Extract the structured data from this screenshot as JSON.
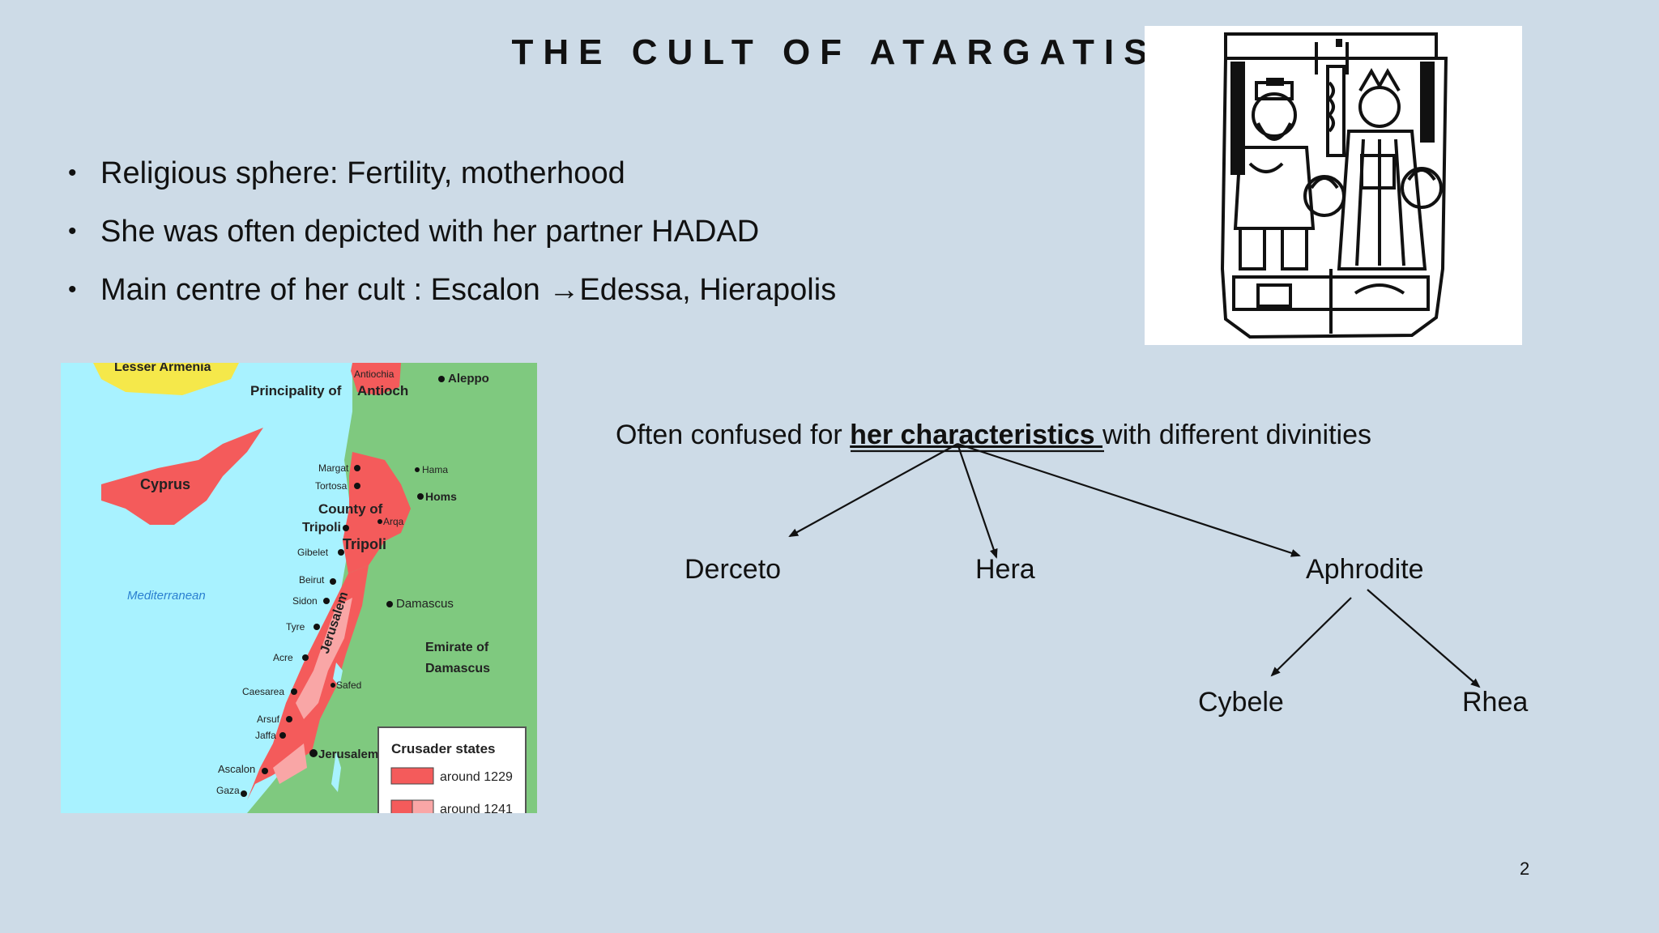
{
  "slide": {
    "title": "THE CULT OF ATARGATIS",
    "bullets": [
      "Religious sphere: Fertility, motherhood",
      "She was often depicted with her partner HADAD",
      "Main centre of her cult : Escalon →Edessa, Hierapolis"
    ],
    "bullet_symbol": "•",
    "diagram": {
      "intro_before": "Often confused for ",
      "intro_emphasis": "her characteristics ",
      "intro_after": "with different divinities",
      "nodes": {
        "derceto": "Derceto",
        "hera": "Hera",
        "aphrodite": "Aphrodite",
        "cybele": "Cybele",
        "rhea": "Rhea"
      }
    },
    "page_number": "2"
  },
  "map": {
    "labels": {
      "lesser_armenia": "Lesser Armenia",
      "principality": "Principality of",
      "antioch": "Antioch",
      "antiochia": "Antiochia",
      "aleppo": "Aleppo",
      "cyprus": "Cyprus",
      "margat": "Margat",
      "tortosa": "Tortosa",
      "hama": "Hama",
      "homs": "Homs",
      "county_of": "County of",
      "tripoli_a": "Tripoli",
      "tripoli_b": "Tripoli",
      "arqa": "Arqa",
      "gibelet": "Gibelet",
      "beirut": "Beirut",
      "sidon": "Sidon",
      "damascus": "Damascus",
      "mediterranean": "Mediterranean",
      "tyre": "Tyre",
      "jerusalem_kingdom": "Jerusalem",
      "emirate_of": "Emirate of",
      "emirate_damascus": "Damascus",
      "acre": "Acre",
      "safed": "Safed",
      "caesarea": "Caesarea",
      "arsuf": "Arsuf",
      "jaffa": "Jaffa",
      "jerusalem_city": "Jerusalem",
      "ascalon": "Ascalon",
      "gaza": "Gaza"
    },
    "legend": {
      "title": "Crusader states",
      "items": [
        "around 1229",
        "around 1241"
      ]
    }
  },
  "colors": {
    "background": "#cddbe7",
    "sea": "#a8f2ff",
    "land": "#7fc97f",
    "crusader_state": "#f45b5b",
    "crusader_light": "#f9a6a6",
    "lesser_armenia": "#f5e84a"
  }
}
